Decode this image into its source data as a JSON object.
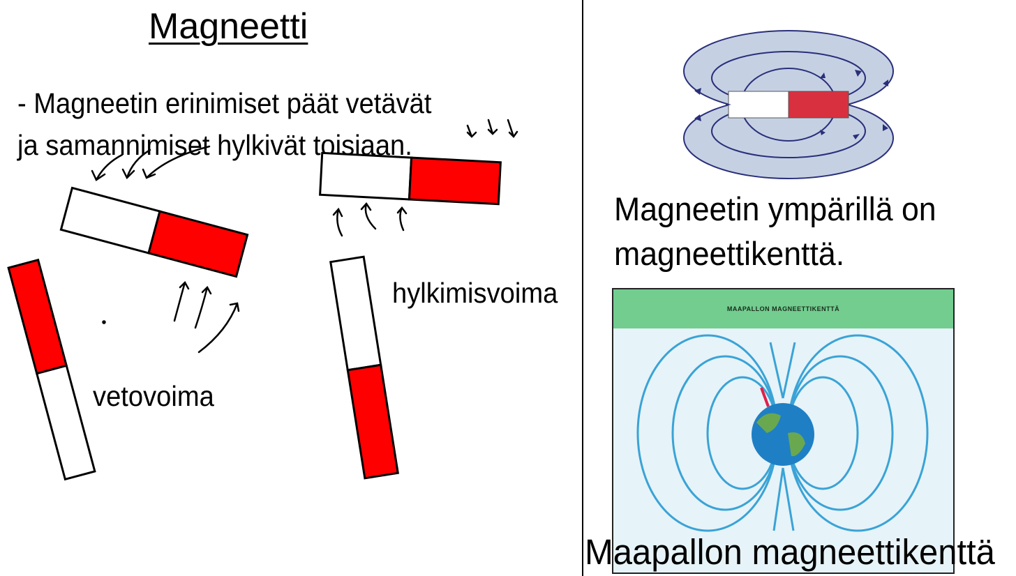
{
  "title": "Magneetti",
  "bullet": {
    "line1": "- Magneetin erinimiset päät vetävät",
    "line2": "ja samannimiset hylkivät toisiaan."
  },
  "labels": {
    "repulsion": "hylkimisvoima",
    "attraction": "vetovoima"
  },
  "right": {
    "field_text_line1": "Magneetin ympärillä on",
    "field_text_line2": "magneettikenttä.",
    "earth_image_header": "MAAPALLON MAGNEETTIKENTTÄ",
    "earth_caption": "Maapallon magneettikenttä"
  },
  "colors": {
    "magnet_red": "#ff0000",
    "field_red": "#d9303f",
    "field_bg": "#c5d1e3",
    "field_line": "#2a2f7a",
    "earth_header": "#72cd8f",
    "earth_field": "#3aa3d6"
  }
}
